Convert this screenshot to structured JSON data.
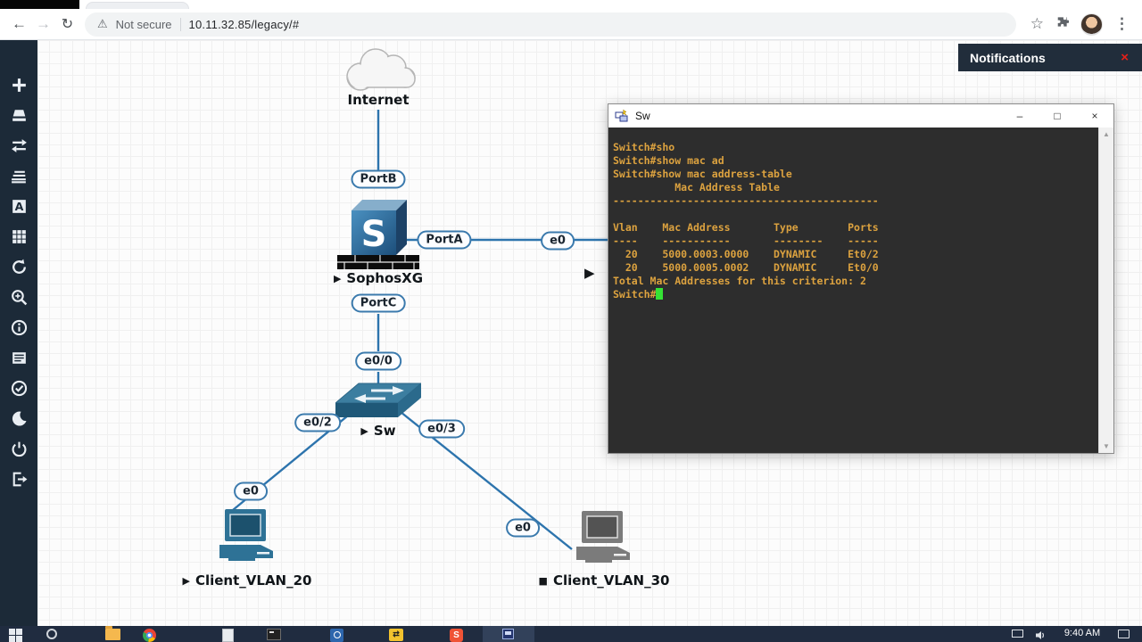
{
  "browser": {
    "security_label": "Not secure",
    "url": "10.11.32.85/legacy/#",
    "icons": {
      "back": "←",
      "forward": "→",
      "reload": "↻",
      "bookmark": "☆",
      "menu": "⋮",
      "warning": "⚠"
    }
  },
  "notifications": {
    "title": "Notifications",
    "close_glyph": "×"
  },
  "sidebar": {
    "items": [
      {
        "icon": "add-node-icon"
      },
      {
        "icon": "appliance-icon"
      },
      {
        "icon": "link-tool-icon"
      },
      {
        "icon": "drawings-icon"
      },
      {
        "icon": "text-annotation-icon"
      },
      {
        "icon": "devices-grid-icon"
      },
      {
        "icon": "refresh-icon"
      },
      {
        "icon": "zoom-icon"
      },
      {
        "icon": "info-icon"
      },
      {
        "icon": "topology-log-icon"
      },
      {
        "icon": "status-check-icon"
      },
      {
        "icon": "dark-mode-icon"
      },
      {
        "icon": "power-icon"
      },
      {
        "icon": "logout-icon"
      }
    ]
  },
  "topology": {
    "glyphs": {
      "running": "▶",
      "stopped": "■"
    },
    "nodes": {
      "internet": {
        "label": "Internet"
      },
      "sophosxg": {
        "label": "SophosXG",
        "status": "running"
      },
      "sw": {
        "label": "Sw",
        "status": "running"
      },
      "client_vlan_20": {
        "label": "Client_VLAN_20",
        "status": "running"
      },
      "client_vlan_30": {
        "label": "Client_VLAN_30",
        "status": "stopped"
      }
    },
    "ports": {
      "portb": "PortB",
      "porta": "PortA",
      "portc": "PortC",
      "e0_0": "e0/0",
      "e0_2": "e0/2",
      "e0_3": "e0/3",
      "e0_wan": "e0",
      "e0_client20": "e0",
      "e0_client30": "e0"
    },
    "link_color": "#2d74ad"
  },
  "terminal": {
    "title": "Sw",
    "controls": {
      "minimize": "–",
      "maximize": "□",
      "close": "×"
    },
    "colors": {
      "background": "#2d2d2d",
      "foreground": "#dca23f",
      "cursor": "#35e335"
    },
    "content": "Switch#sho\nSwitch#show mac ad\nSwitch#show mac address-table\n          Mac Address Table\n-------------------------------------------\n\nVlan    Mac Address       Type        Ports\n----    -----------       --------    -----\n  20    5000.0003.0000    DYNAMIC     Et0/2\n  20    5000.0005.0002    DYNAMIC     Et0/0\nTotal Mac Addresses for this criterion: 2\nSwitch#"
  },
  "taskbar": {
    "time": "9:40 AM"
  }
}
